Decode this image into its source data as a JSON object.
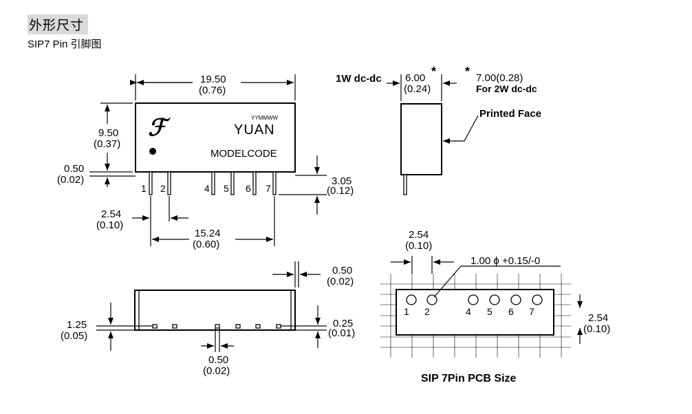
{
  "header": {
    "title": "外形尺寸",
    "subtitle": "SIP7 Pin 引脚图"
  },
  "front_view": {
    "logo_glyph": "ℱ",
    "date_code": "YYMMWW",
    "brand": "YUAN",
    "model": "MODELCODE",
    "pin_labels": [
      "1",
      "2",
      "4",
      "5",
      "6",
      "7"
    ],
    "dim_length": "19.50",
    "dim_length_in": "(0.76)",
    "dim_height": "9.50",
    "dim_height_in": "(0.37)",
    "dim_standoff": "0.50",
    "dim_standoff_in": "(0.02)",
    "dim_pin_length": "3.05",
    "dim_pin_length_in": "(0.12)",
    "dim_pitch": "2.54",
    "dim_pitch_in": "(0.10)",
    "dim_span": "15.24",
    "dim_span_in": "(0.60)"
  },
  "side_view": {
    "label_1w": "1W dc-dc",
    "dim_1w": "6.00",
    "dim_1w_in": "(0.24)",
    "asterisk": "*",
    "dim_2w": "7.00(0.28)",
    "label_2w": "For 2W dc-dc",
    "printed_face": "Printed Face"
  },
  "bottom_view": {
    "dim_pin_width": "0.50",
    "dim_pin_width_in": "(0.02)",
    "dim_offset": "1.25",
    "dim_offset_in": "(0.05)",
    "dim_thickness": "0.25",
    "dim_thickness_in": "(0.01)",
    "dim_lead": "0.50",
    "dim_lead_in": "(0.02)"
  },
  "pcb_view": {
    "dim_pitch": "2.54",
    "dim_pitch_in": "(0.10)",
    "hole_spec": "1.00 ϕ +0.15/-0",
    "pin_labels": [
      "1",
      "2",
      "4",
      "5",
      "6",
      "7"
    ],
    "dim_row": "2.54",
    "dim_row_in": "(0.10)",
    "caption": "SIP 7Pin  PCB Size"
  }
}
